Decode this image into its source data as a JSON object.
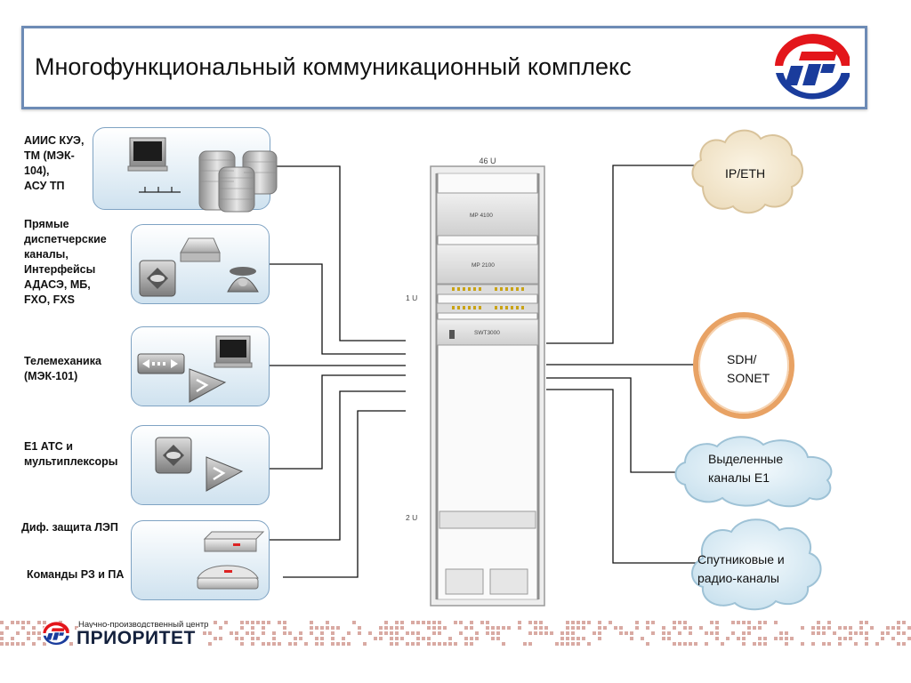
{
  "title": "Многофункциональный коммуникационный комплекс",
  "left_groups": {
    "g1": {
      "lines": [
        "АИИС  КУЭ,",
        "ТМ (МЭК-",
        "104),",
        "АСУ ТП"
      ]
    },
    "g2": {
      "lines": [
        "Прямые",
        "диспетчерские",
        "каналы,",
        "Интерфейсы",
        "АДАСЭ, МБ,",
        "FXO, FXS"
      ]
    },
    "g3": {
      "lines": [
        "Телемеханика",
        "(МЭК-101)"
      ]
    },
    "g4": {
      "lines": [
        "Е1 АТС и",
        "мультиплексоры"
      ]
    },
    "g5": {
      "lines": [
        "Диф. защита ЛЭП"
      ]
    },
    "g6": {
      "lines": [
        "Команды РЗ и ПА"
      ]
    }
  },
  "rack": {
    "top_label": "46 U",
    "u1_label": "1 U",
    "u2_label": "2 U",
    "unit_mp4100": "MP 4100",
    "unit_mp2100": "MP 2100",
    "unit_swt": "SWT3000"
  },
  "destinations": {
    "ip_eth": "IP/ETH",
    "sdh_line1": "SDH/",
    "sdh_line2": "SONET",
    "e1_line1": "Выделенные",
    "e1_line2": "каналы Е1",
    "sat_line1": "Спутниковые и",
    "sat_line2": "радио-каналы"
  },
  "footer": {
    "subtitle": "Научно-производственный центр",
    "company": "ПРИОРИТЕТ"
  },
  "colors": {
    "title_border": "#6d8bb5",
    "panel_border": "#7fa3c3",
    "logo_red": "#e3161b",
    "logo_blue": "#1a3c9c",
    "cloud_fill": "#f7ecd4",
    "ring": "#e8a264",
    "footer_pixels": "#d9aaa3"
  }
}
